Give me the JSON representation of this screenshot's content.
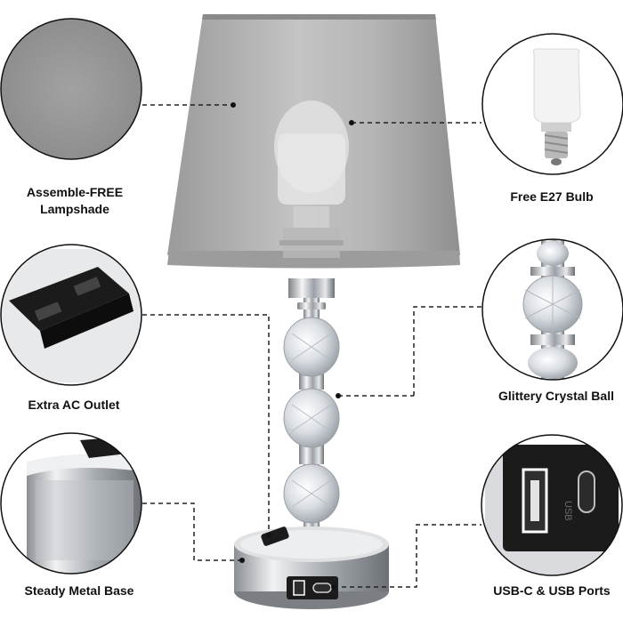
{
  "features": {
    "lampshade": {
      "line1": "Assemble-FREE",
      "line2": "Lampshade"
    },
    "bulb": {
      "label": "Free E27 Bulb"
    },
    "outlet": {
      "label": "Extra AC Outlet"
    },
    "crystal": {
      "label": "Glittery Crystal Ball"
    },
    "base": {
      "label": "Steady Metal Base"
    },
    "ports": {
      "label": "USB-C & USB Ports"
    }
  },
  "colors": {
    "shade": "#a9a9a9",
    "chrome": "#c9ccd0",
    "accent_black": "#1b1b1b"
  }
}
